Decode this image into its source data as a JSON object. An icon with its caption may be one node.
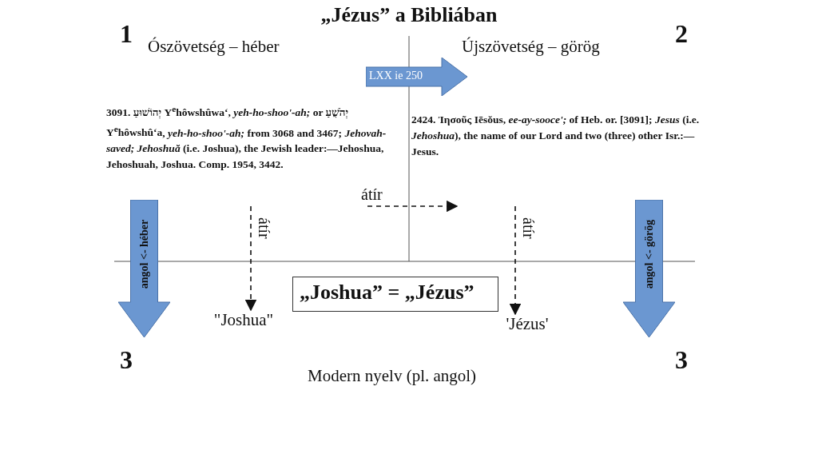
{
  "diagram": {
    "title": "„Jézus” a Bibliában",
    "nodes": [
      {
        "text": [
          "3091. יְהוֹשׁוּעַ **Y$^{e}$hôwshûwaʻ**, *yeh-ho-shoo'-ah;* or יְהֹשֻׁעַ **Y$^{e}$hôwshûʻa**, *yeh-ho-shoo'-ah;* from 3068 and 3467; *Jehovah-saved; Jehoshuă* (i.e. Joshua), the Jewish leader:—Jehoshua, Jehoshuah, Joshua. Comp. 1954, 3442."
        ]
      },
      {
        "text": [
          "2424. **Ἰησοῦς Iēsŏus**, *ee-ay-sooce';* of Heb. or. [3091]; *Jesus* (i.e. *Jehoshua*), the name of our Lord and two (three) other Isr.:—Jesus."
        ]
      },
      {
        "text": [
          "LXX ie 250"
        ]
      },
      {
        "text": [
          "angol <- héber"
        ]
      },
      {
        "text": [
          "angol <- görög"
        ]
      },
      {
        "text": [
          "\"Joshua\""
        ]
      },
      {
        "text": [
          "'Jézus'"
        ]
      },
      {
        "text": [
          "„Joshua” = „Jézus”"
        ]
      }
    ],
    "edges": [
      {
        "from": 0,
        "to": 1,
        "arrow": "to",
        "label": "átír",
        "style": "dashed"
      },
      {
        "from": 0,
        "to": 5,
        "arrow": "to",
        "label": "átír",
        "style": "dashed"
      },
      {
        "from": 1,
        "to": 6,
        "arrow": "to",
        "label": "átír",
        "style": "dashed"
      }
    ],
    "labels": [
      "1",
      "Ószövetség – héber",
      "2",
      "Újszövetség – görög",
      "3",
      "3",
      "Modern nyelv (pl. angol)"
    ]
  }
}
